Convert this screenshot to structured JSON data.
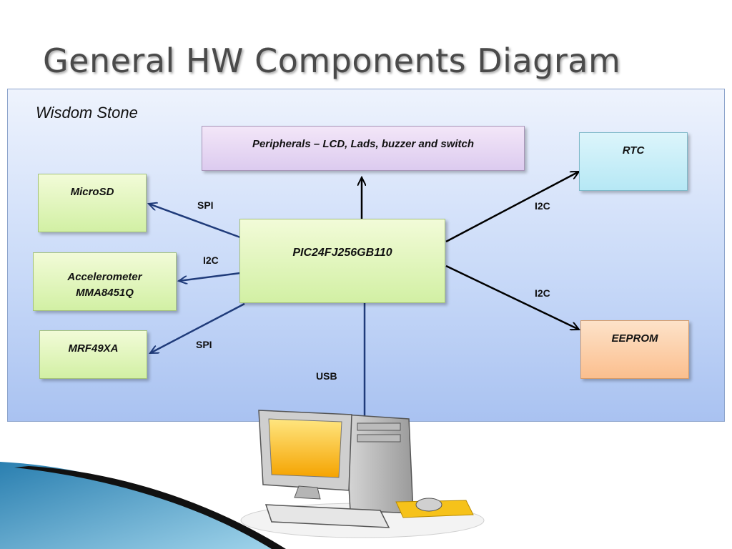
{
  "slide": {
    "title": "General HW Components Diagram"
  },
  "diagram": {
    "system_label": "Wisdom Stone",
    "nodes": {
      "mcu": "PIC24FJ256GB110",
      "peripherals": "Peripherals – LCD, Lads, buzzer and switch",
      "microsd": "MicroSD",
      "accelerometer_line1": "Accelerometer",
      "accelerometer_line2": "MMA8451Q",
      "mrf": "MRF49XA",
      "rtc": "RTC",
      "eeprom": "EEPROM"
    },
    "links": {
      "microsd": "SPI",
      "accelerometer": "I2C",
      "mrf": "SPI",
      "rtc": "I2C",
      "eeprom": "I2C",
      "usb": "USB"
    }
  },
  "colors": {
    "bus_arrow": "#1f3b7a",
    "line": "#000000",
    "panel_top": "#eef3fd",
    "panel_bottom": "#a9c2f1"
  }
}
